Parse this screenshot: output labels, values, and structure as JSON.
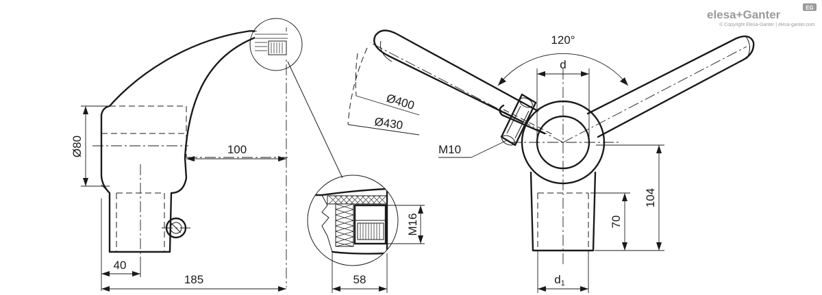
{
  "brand": {
    "logo_text": "elesa+Ganter",
    "copyright": "© Copyright Elesa-Ganter | elesa-ganter.com",
    "badge": "EG"
  },
  "dimensions": {
    "dia_80": "Ø80",
    "len_100": "100",
    "len_40": "40",
    "len_185": "185",
    "m16": "M16",
    "len_58": "58",
    "angle_120": "120°",
    "d": "d",
    "dia_400": "Ø400",
    "dia_430": "Ø430",
    "m10": "M10",
    "h_104": "104",
    "h_70": "70",
    "d1": "d",
    "d1_sub": "1"
  }
}
